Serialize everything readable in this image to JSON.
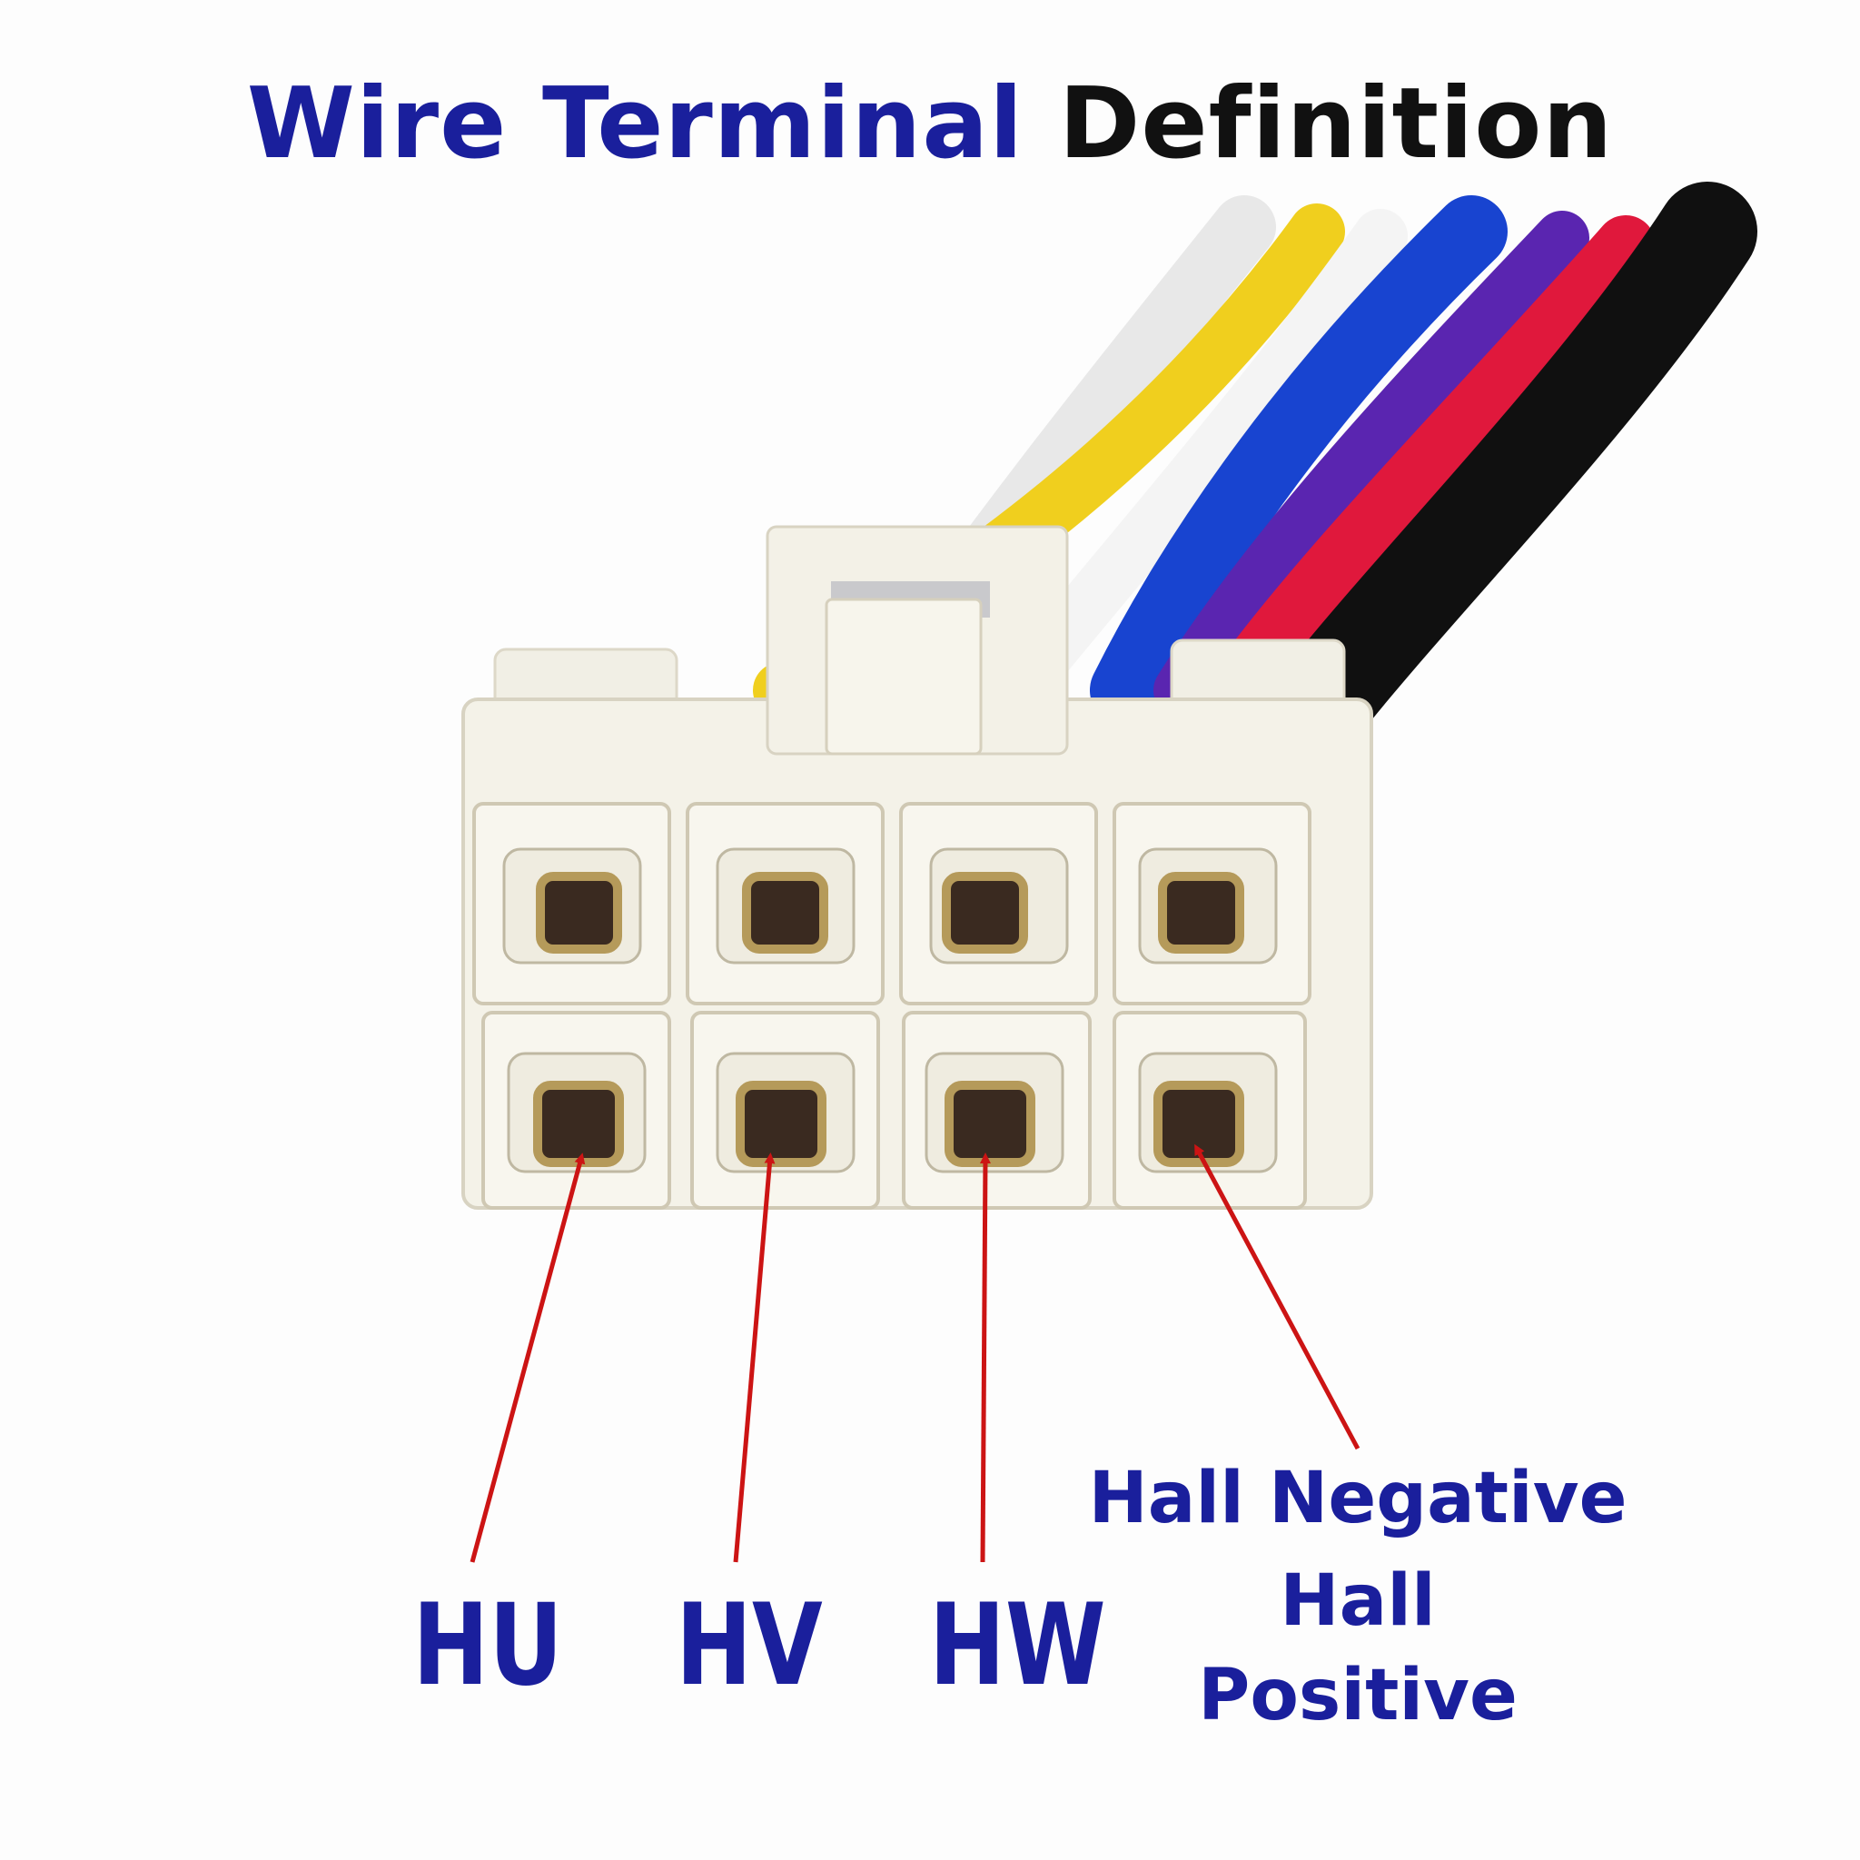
{
  "title": {
    "part1": "Wire Terminal",
    "part2": "Definition"
  },
  "labels": {
    "hu": "HU",
    "hv": "HV",
    "hw": "HW",
    "hall_negative": "Hall Negative",
    "hall": "Hall",
    "hall_positive": "Positive"
  },
  "colors": {
    "title_blue": "#1a1f9c",
    "title_black": "#111111",
    "arrow_red": "#cc1414",
    "connector": "#f2f0e6",
    "pin_gold": "#b59a5a",
    "wire_white": "#f4f4f4",
    "wire_yellow": "#f0cf1e",
    "wire_blue": "#1844d0",
    "wire_purple": "#5a25b0",
    "wire_red": "#e0183c",
    "wire_black": "#101010"
  }
}
